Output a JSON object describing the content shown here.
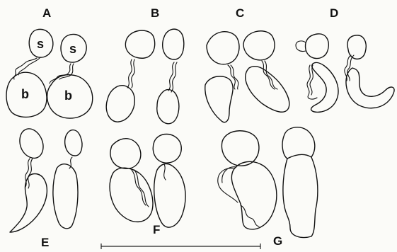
{
  "figure": {
    "panels": [
      {
        "id": "A",
        "label": "A"
      },
      {
        "id": "B",
        "label": "B"
      },
      {
        "id": "C",
        "label": "C"
      },
      {
        "id": "D",
        "label": "D"
      },
      {
        "id": "E",
        "label": "E"
      },
      {
        "id": "F",
        "label": "F"
      },
      {
        "id": "G",
        "label": "G"
      }
    ],
    "labels": {
      "s": "s",
      "b": "b"
    },
    "colors": {
      "ink": "#111111",
      "paper": "#fbfbf8"
    }
  }
}
